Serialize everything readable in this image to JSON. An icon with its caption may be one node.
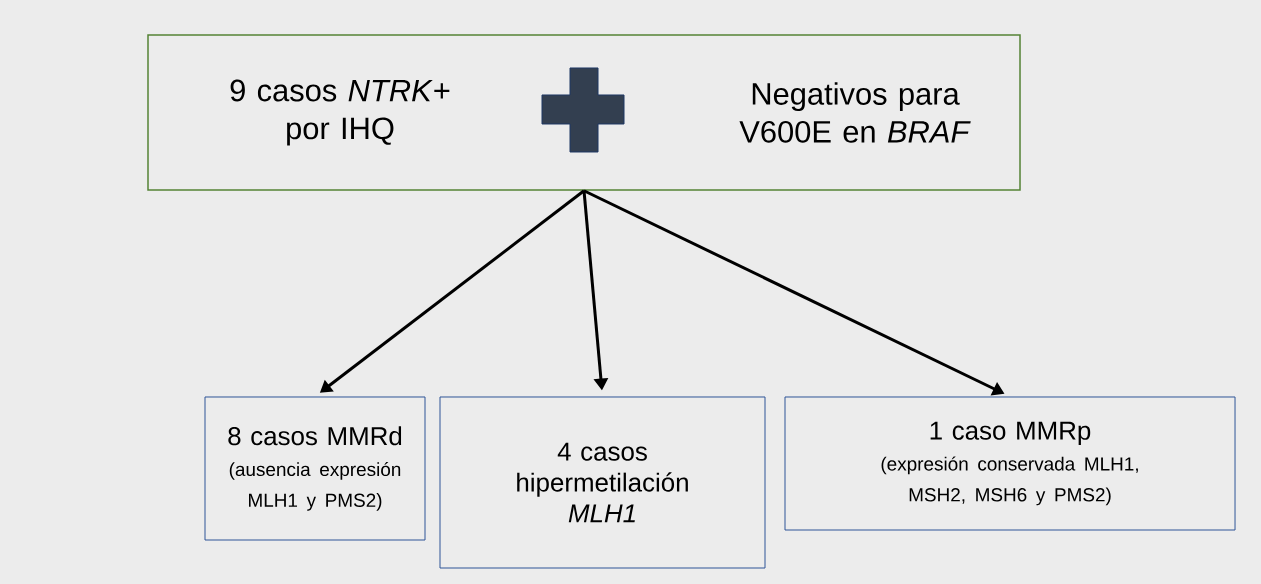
{
  "diagram": {
    "nodes": [
      {
        "text": [
          "9 casos *NTRK*+ por IHQ",
          "Negativos para V600E en *BRAF*"
        ]
      },
      {
        "text": [
          "8 casos MMRd",
          "(ausencia expresión MLH1 y PMS2)"
        ]
      },
      {
        "text": [
          "4 casos hipermetilación *MLH1*"
        ]
      },
      {
        "text": [
          "1 caso MMRp",
          "(expresión conservada MLH1, MSH2, MSH6 y PMS2)"
        ]
      }
    ],
    "edges": [
      {
        "from": 0,
        "to": 1,
        "arrow": "to"
      },
      {
        "from": 0,
        "to": 2,
        "arrow": "to"
      },
      {
        "from": 0,
        "to": 3,
        "arrow": "to"
      }
    ]
  }
}
